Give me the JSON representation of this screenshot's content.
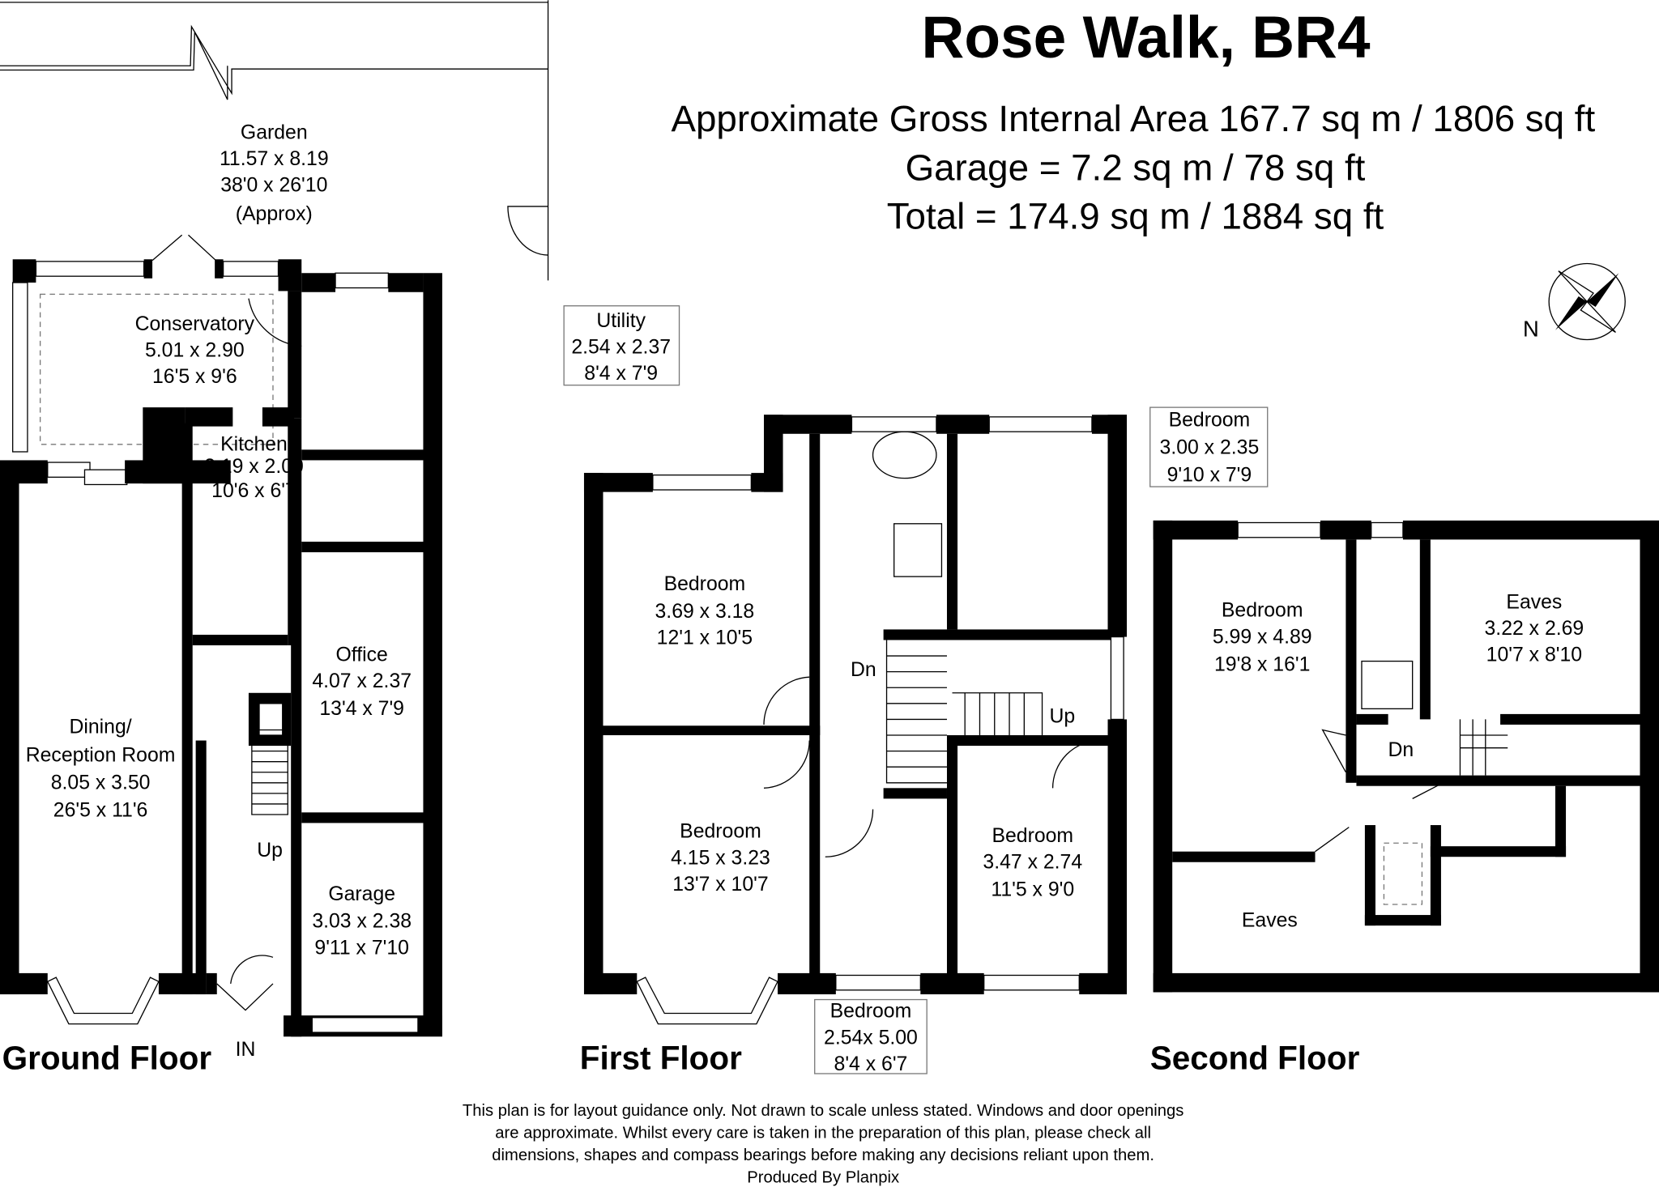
{
  "header": {
    "title": "Rose Walk, BR4",
    "area_lines": [
      "Approximate Gross Internal Area 167.7 sq m / 1806 sq ft",
      "Garage = 7.2 sq m / 78 sq ft",
      "Total = 174.9 sq m / 1884 sq ft"
    ]
  },
  "compass": {
    "label": "N"
  },
  "ground_floor": {
    "label": "Ground Floor",
    "rooms": {
      "garden": [
        "Garden",
        "11.57 x 8.19",
        "38'0 x 26'10",
        "(Approx)"
      ],
      "conservatory": [
        "Conservatory",
        "5.01 x 2.90",
        "16'5 x 9'6"
      ],
      "utility": [
        "Utility",
        "2.54 x 2.37",
        "8'4 x 7'9"
      ],
      "kitchen": [
        "Kitchen",
        "3.19 x 2.00",
        "10'6 x 6'7"
      ],
      "dining": [
        "Dining/",
        "Reception Room",
        "8.05 x 3.50",
        "26'5 x 11'6"
      ],
      "office": [
        "Office",
        "4.07 x 2.37",
        "13'4 x 7'9"
      ],
      "garage": [
        "Garage",
        "3.03 x 2.38",
        "9'11 x 7'10"
      ]
    },
    "stairs_label": "Up",
    "entrance_label": "IN"
  },
  "first_floor": {
    "label": "First Floor",
    "rooms": {
      "bedroom_a": [
        "Bedroom",
        "3.69 x 3.18",
        "12'1 x 10'5"
      ],
      "bedroom_b": [
        "Bedroom",
        "3.00 x 2.35",
        "9'10 x 7'9"
      ],
      "bedroom_c": [
        "Bedroom",
        "4.15 x 3.23",
        "13'7 x 10'7"
      ],
      "bedroom_d": [
        "Bedroom",
        "3.47 x 2.74",
        "11'5 x 9'0"
      ],
      "bedroom_e": [
        "Bedroom",
        "2.54x 5.00",
        "8'4 x 6'7"
      ]
    },
    "down_label": "Dn",
    "up_label": "Up"
  },
  "second_floor": {
    "label": "Second Floor",
    "rooms": {
      "bedroom": [
        "Bedroom",
        "5.99 x 4.89",
        "19'8 x 16'1"
      ],
      "eaves_a": [
        "Eaves",
        "3.22 x 2.69",
        "10'7 x 8'10"
      ],
      "eaves_b": [
        "Eaves"
      ]
    },
    "down_label": "Dn"
  },
  "disclaimer": [
    "This plan is for layout guidance only. Not drawn to scale unless stated. Windows and door openings",
    "are approximate. Whilst every care is taken in the preparation of this plan, please check all",
    "dimensions, shapes and compass bearings before making any decisions reliant upon them.",
    "Produced By Planpix"
  ]
}
